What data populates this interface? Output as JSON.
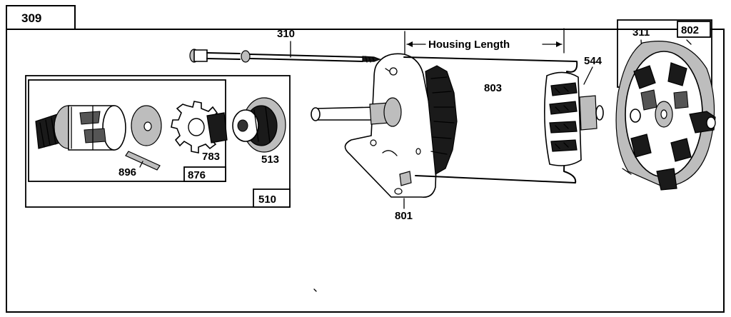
{
  "diagram": {
    "figure_number": "309",
    "callouts": {
      "p310": "310",
      "housing_length": "Housing Length",
      "p311": "311",
      "p802": "802",
      "p544": "544",
      "p803": "803",
      "p801": "801",
      "p896": "896",
      "p876": "876",
      "p783": "783",
      "p513": "513",
      "p510": "510"
    }
  }
}
